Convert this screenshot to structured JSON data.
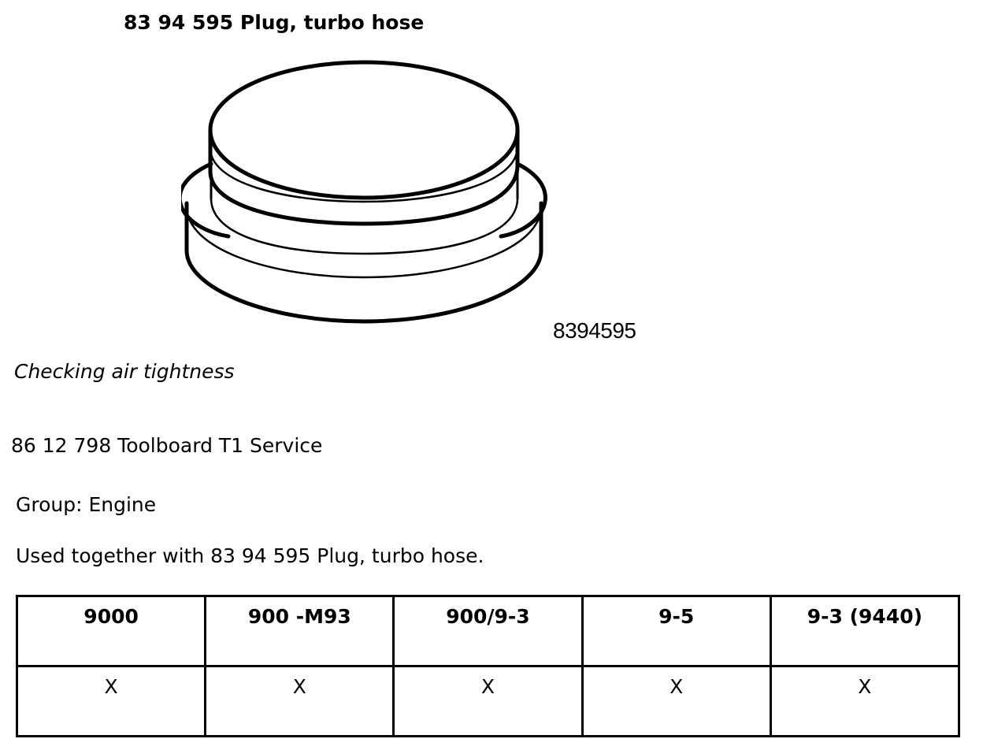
{
  "header": {
    "title": "83 94 595 Plug, turbo hose"
  },
  "figure": {
    "part_number": "8394595"
  },
  "caption": "Checking air tightness",
  "toolboard": "86 12 798 Toolboard T1 Service",
  "group": "Group: Engine",
  "usage": "Used together with 83 94 595 Plug, turbo hose.",
  "table": {
    "headers": [
      "9000",
      "900 -M93",
      "900/9-3",
      "9-5",
      "9-3 (9440)"
    ],
    "rows": [
      [
        "X",
        "X",
        "X",
        "X",
        "X"
      ]
    ]
  }
}
